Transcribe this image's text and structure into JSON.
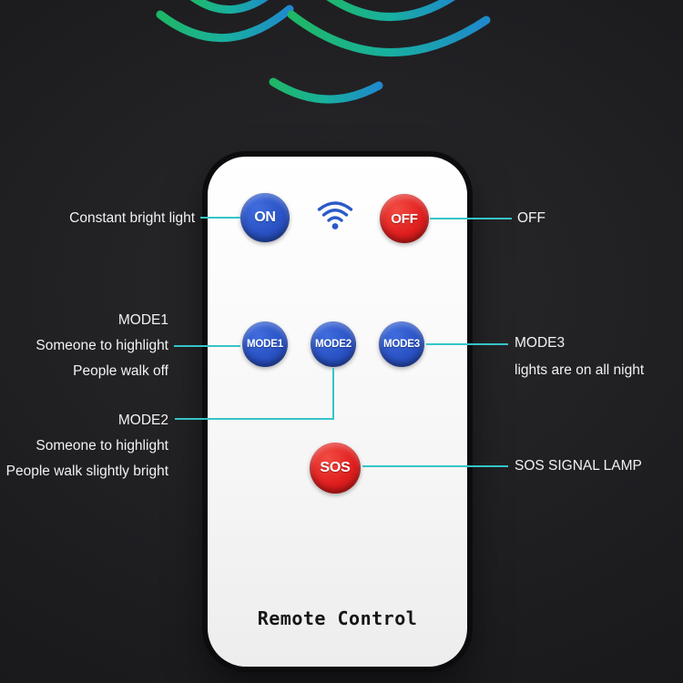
{
  "remote": {
    "title": "Remote Control",
    "buttons": {
      "on": "ON",
      "off": "OFF",
      "mode1": "MODE1",
      "mode2": "MODE2",
      "mode3": "MODE3",
      "sos": "SOS"
    }
  },
  "annotations": {
    "on": "Constant bright light",
    "off": "OFF",
    "mode1": [
      "MODE1",
      "Someone to highlight",
      "People walk off"
    ],
    "mode2": [
      "MODE2",
      "Someone to highlight",
      "People walk slightly bright"
    ],
    "mode3": [
      "MODE3",
      "lights are on all night"
    ],
    "sos": "SOS SIGNAL LAMP"
  },
  "icons": {
    "wifi": "wifi-signal-icon",
    "waves": "signal-waves-decoration"
  },
  "colors": {
    "annotation_line": "#35c4c8",
    "button_blue": "#2a52c4",
    "button_red": "#e01f1f",
    "remote_body": "#ffffff",
    "background": "#1d1d20",
    "arc_gradient_start": "#1fc06a",
    "arc_gradient_mid": "#18b8a6",
    "arc_gradient_end": "#1f8fd6"
  }
}
